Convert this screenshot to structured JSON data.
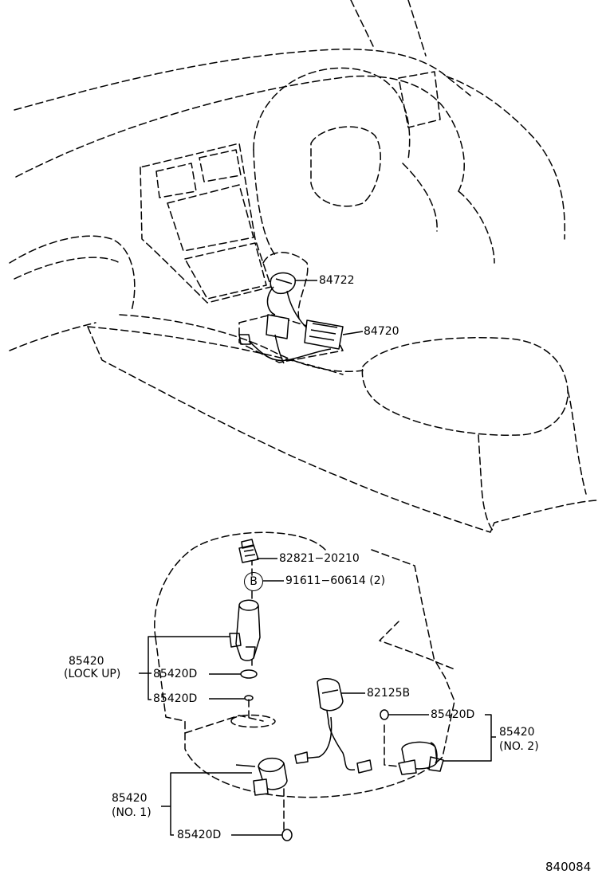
{
  "labels": {
    "p84722": "84722",
    "p84720": "84720",
    "p82821": "82821−20210",
    "b_marker": "B",
    "p91611": "91611−60614 (2)",
    "p85420_lockup_num": "85420",
    "p85420_lockup_sub": "(LOCK UP)",
    "p85420D_a": "85420D",
    "p85420D_b": "85420D",
    "p82125B": "82125B",
    "p85420D_c": "85420D",
    "p85420_no2_num": "85420",
    "p85420_no2_sub": "(NO. 2)",
    "p85420_no1_num": "85420",
    "p85420_no1_sub": "(NO. 1)",
    "p85420D_d": "85420D",
    "figure_id": "840084"
  }
}
